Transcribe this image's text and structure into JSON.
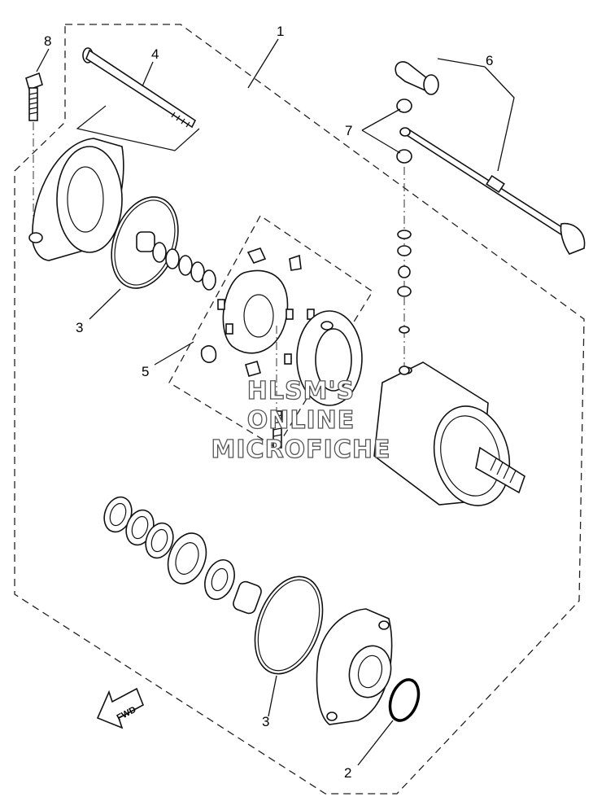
{
  "callouts": {
    "c1": "1",
    "c2": "2",
    "c3a": "3",
    "c3b": "3",
    "c4": "4",
    "c5": "5",
    "c6": "6",
    "c7": "7",
    "c8": "8"
  },
  "fwd_label": "FWD",
  "watermark": {
    "line1": "HLSM'S",
    "line2": "ONLINE",
    "line3": "MICROFICHE"
  }
}
